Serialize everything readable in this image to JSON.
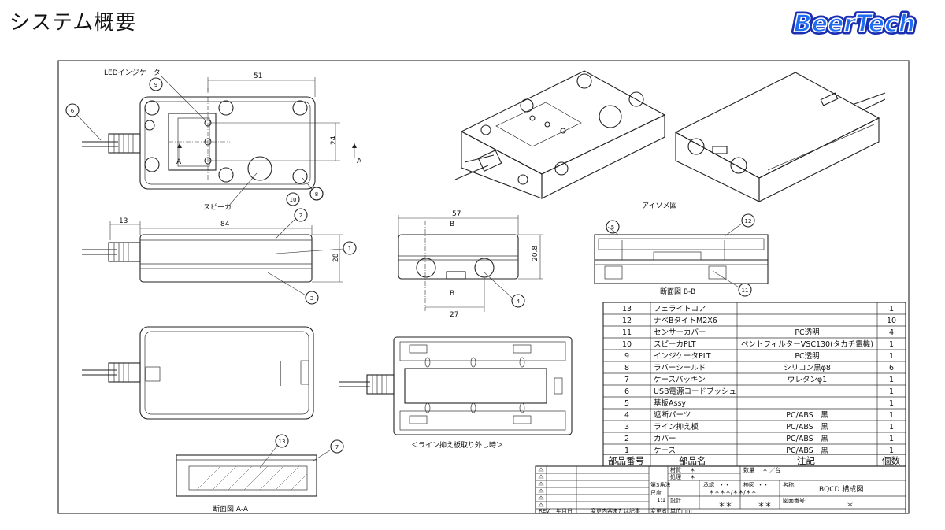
{
  "page": {
    "title": "システム概要",
    "logo_text": "BeerTech"
  },
  "drawing": {
    "labels": {
      "led_indicator": "LEDインジケータ",
      "speaker": "スピーカ",
      "isometric": "アイソメ図",
      "section_bb": "断面図 B-B",
      "section_aa": "断面図 A-A",
      "line_plate_removed": "＜ライン抑え板取り外し時＞",
      "a": "A",
      "b": "B"
    },
    "dims": {
      "d51": "51",
      "d24": "24",
      "d13": "13",
      "d84": "84",
      "d28": "28",
      "d57": "57",
      "d208": "20.8",
      "d27": "27"
    },
    "balloons": [
      "1",
      "2",
      "3",
      "4",
      "5",
      "6",
      "7",
      "8",
      "9",
      "10",
      "11",
      "12",
      "13"
    ]
  },
  "bom": {
    "header": {
      "part_no": "部品番号",
      "part_name": "部品名",
      "note": "注記",
      "qty": "個数"
    },
    "rows": [
      {
        "no": "13",
        "name": "フェライトコア",
        "note": "",
        "qty": "1"
      },
      {
        "no": "12",
        "name": "ナベBタイトM2X6",
        "note": "",
        "qty": "10"
      },
      {
        "no": "11",
        "name": "センサーカバー",
        "note": "PC透明",
        "qty": "4"
      },
      {
        "no": "10",
        "name": "スピーカPLT",
        "note": "ベントフィルターVSC130(タカチ電機)",
        "qty": "1"
      },
      {
        "no": "9",
        "name": "インジケータPLT",
        "note": "PC透明",
        "qty": "1"
      },
      {
        "no": "8",
        "name": "ラバーシールド",
        "note": "シリコン黒φ8",
        "qty": "6"
      },
      {
        "no": "7",
        "name": "ケースパッキン",
        "note": "ウレタンφ1",
        "qty": "1"
      },
      {
        "no": "6",
        "name": "USB電源コードブッシュ",
        "note": "－",
        "qty": "1"
      },
      {
        "no": "5",
        "name": "基板Assy",
        "note": "",
        "qty": "1"
      },
      {
        "no": "4",
        "name": "遮断パーツ",
        "note": "PC/ABS　黒",
        "qty": "1"
      },
      {
        "no": "3",
        "name": "ライン抑え板",
        "note": "PC/ABS　黒",
        "qty": "1"
      },
      {
        "no": "2",
        "name": "カバー",
        "note": "PC/ABS　黒",
        "qty": "1"
      },
      {
        "no": "1",
        "name": "ケース",
        "note": "PC/ABS　黒",
        "qty": "1"
      }
    ]
  },
  "title_block": {
    "material_label": "材質",
    "material_value": "＊",
    "quantity_label": "数量",
    "quantity_value": "＊ ／台",
    "process_label": "処理",
    "process_value": "＊",
    "angle_label": "第3角法",
    "approve_label": "承認",
    "approve_value": "・・",
    "check_label": "検図",
    "check_value": "・・",
    "date_placeholder": "＊＊＊＊/＊＊/＊＊",
    "name_label": "名称:",
    "name_value": "BQCD 構成図",
    "scale_label": "尺度",
    "scale_value": "1:1",
    "design_label": "設計",
    "design_value": "＊＊",
    "draw_value": "＊＊",
    "drawing_no_label": "図面番号:",
    "drawing_no_value": "＊",
    "unit_label": "単位mm",
    "rev_label": "REV.",
    "date_label": "年月日",
    "change_label": "変更内容または記事",
    "changer_label": "変更者"
  }
}
